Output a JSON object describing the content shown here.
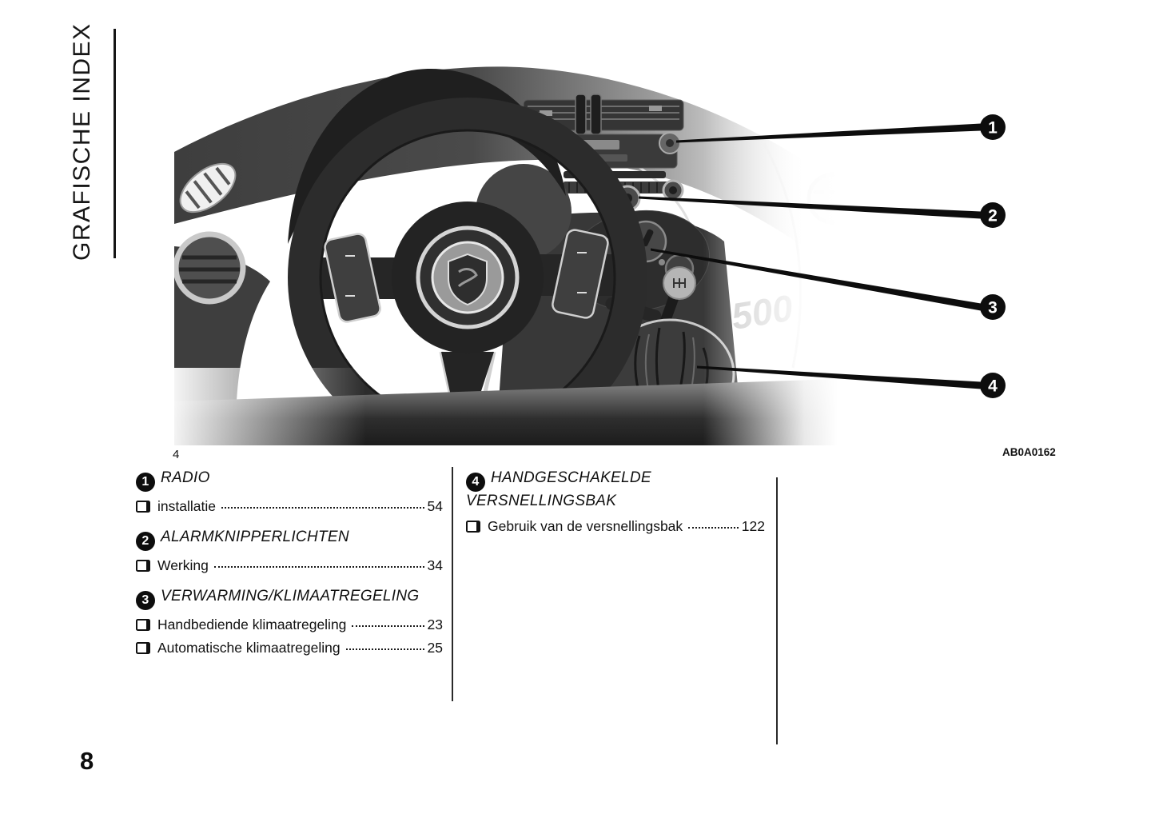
{
  "page": {
    "section_title": "GRAFISCHE INDEX",
    "page_number": "8",
    "figure_number": "4",
    "figure_code": "AB0A0162"
  },
  "figure": {
    "logo_text": "500",
    "callouts": [
      {
        "number": "1"
      },
      {
        "number": "2"
      },
      {
        "number": "3"
      },
      {
        "number": "4"
      }
    ]
  },
  "legend": {
    "left": [
      {
        "num": "1",
        "title": "RADIO",
        "items": [
          {
            "label": "installatie",
            "page": "54"
          }
        ]
      },
      {
        "num": "2",
        "title": "ALARMKNIPPERLICHTEN",
        "items": [
          {
            "label": "Werking",
            "page": "34"
          }
        ]
      },
      {
        "num": "3",
        "title": "VERWARMING/KLIMAATREGELING",
        "items": [
          {
            "label": "Handbediende klimaatregeling",
            "page": "23"
          },
          {
            "label": "Automatische klimaatregeling",
            "page": "25"
          }
        ]
      }
    ],
    "right": [
      {
        "num": "4",
        "title": "HANDGESCHAKELDE VERSNELLINGSBAK",
        "items": [
          {
            "label": "Gebruik van de versnellingsbak",
            "page": "122"
          }
        ]
      }
    ]
  },
  "colors": {
    "text": "#111111",
    "callout_fill": "#0d0d0d"
  }
}
